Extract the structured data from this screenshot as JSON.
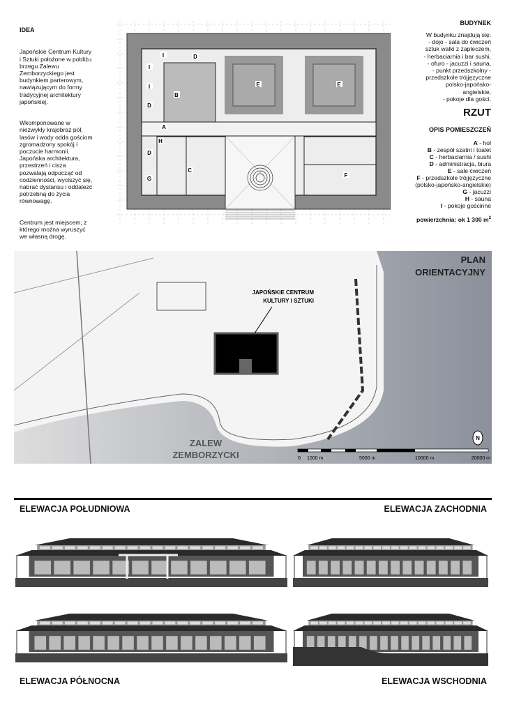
{
  "idea": {
    "title": "IDEA",
    "p1": "Japońskie Centrum Kultury\ni Sztuki położone w pobliżu\nbrzegu Zalewu\nZemborzyckiego jest\nbudynkiem parterowym,\nnawiązującym do formy\ntradycyjnej architektury\njapońskiej.",
    "p2": "Wkomponowane w\nniezwykły krajobraz pól,\nlasów i wody odda gościom\nzgromadzony spokój i\npoczucie harmonii.\nJapońska architektura,\nprzestrzeń i cisza\npozwalają odpocząć od\ncodzienności, wyciszyć się,\nnabrać dystansu i oddalezć\npotrzebną do życia\nrównowagę.",
    "p3": "Centrum jest miejscem, z\nktórego można wyruszyć\nwe własną drogę."
  },
  "budynek": {
    "title": "BUDYNEK",
    "text": "W budynku znajdują się:\n- dojo - sala do ćwiczeń\nsztuk walki z zapleczem,\n- herbaciarnia i bar sushi,\n- ofuro - jacuzzi i sauna,\n- punkt przedszkolny -\nprzedszkole trójjęzyczne\npolsko-japońsko-\nangielskie,\n- pokoje dla gości."
  },
  "rzut": {
    "title": "RZUT",
    "opis": "OPIS POMIESZCZEŃ",
    "legend": [
      {
        "k": "A",
        "v": " - hol"
      },
      {
        "k": "B",
        "v": " - zespół szatni i toalet"
      },
      {
        "k": "C",
        "v": " - herbaciarnia / sushi"
      },
      {
        "k": "D",
        "v": " - administracja, biura"
      },
      {
        "k": "E",
        "v": " - sale ćwiczeń"
      },
      {
        "k": "F",
        "v": " - przedszkole trójjęzyczne"
      },
      {
        "k": "",
        "v": "(polsko-japońsko-angielskie)"
      },
      {
        "k": "G",
        "v": " - jacuzzi"
      },
      {
        "k": "H",
        "v": " - sauna"
      },
      {
        "k": "I",
        "v": " - pokoje gościnne"
      }
    ],
    "area": "powierzchnia: ok 1 300 m",
    "area_sup": "2",
    "room_labels": [
      "I",
      "I",
      "I",
      "D",
      "D",
      "B",
      "E",
      "E",
      "A",
      "H",
      "D",
      "C",
      "G",
      "F"
    ]
  },
  "site": {
    "title1": "PLAN",
    "title2": "ORIENTACYJNY",
    "label1": "JAPOŃSKIE CENTRUM",
    "label2": "KULTURY I SZTUKI",
    "water1": "ZALEW",
    "water2": "ZEMBORZYCKI",
    "north": "N",
    "scale": [
      "0",
      "1000 m",
      "5000 m",
      "10000 m",
      "20000 m"
    ]
  },
  "elevations": {
    "south": "ELEWACJA POŁUDNIOWA",
    "west": "ELEWACJA ZACHODNIA",
    "north": "ELEWACJA PÓŁNOCNA",
    "east": "ELEWACJA WSCHODNIA"
  },
  "colors": {
    "roof": "#2a2a2a",
    "wall": "#555555",
    "water": "#8a8f9a",
    "land": "#f4f4f4"
  }
}
